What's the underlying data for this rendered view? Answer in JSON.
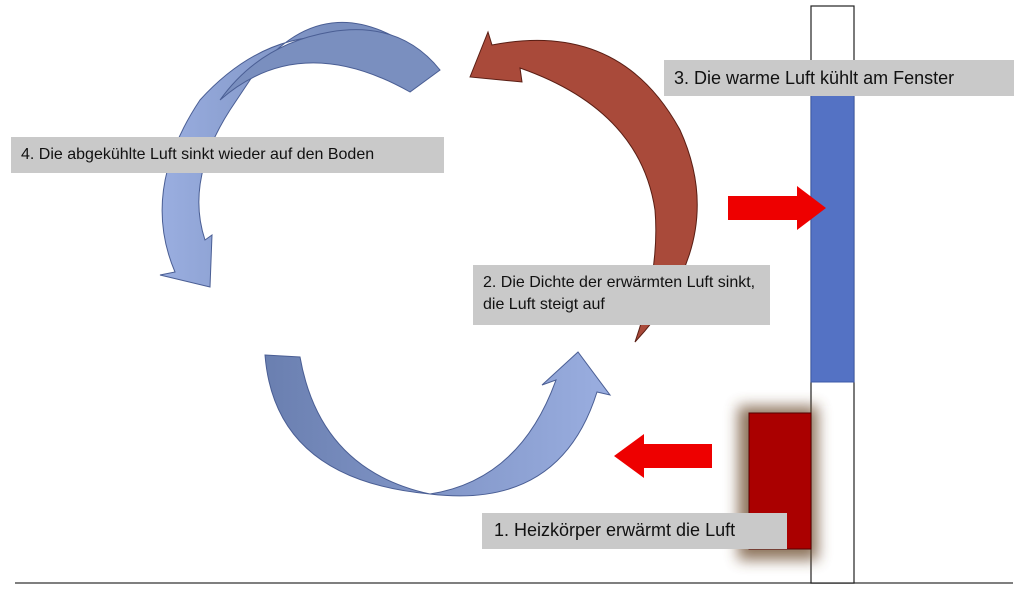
{
  "labels": {
    "step1": "1. Heizkörper erwärmt die Luft",
    "step2": "2. Die Dichte der erwärmten Luft sinkt, die Luft steigt auf",
    "step3": "3. Die warme Luft kühlt am Fenster",
    "step4": "4. Die abgekühlte Luft sinkt wieder auf den Boden"
  },
  "colors": {
    "warm_arrow": "#a94a3a",
    "cool_arrow": "#7a8fbf",
    "cool_arrow_light": "#9aaee0",
    "window_blue": "#5472c4",
    "radiator": "#aa0000",
    "flow_arrow": "#ee0000",
    "label_bg": "#c9c9c9"
  }
}
